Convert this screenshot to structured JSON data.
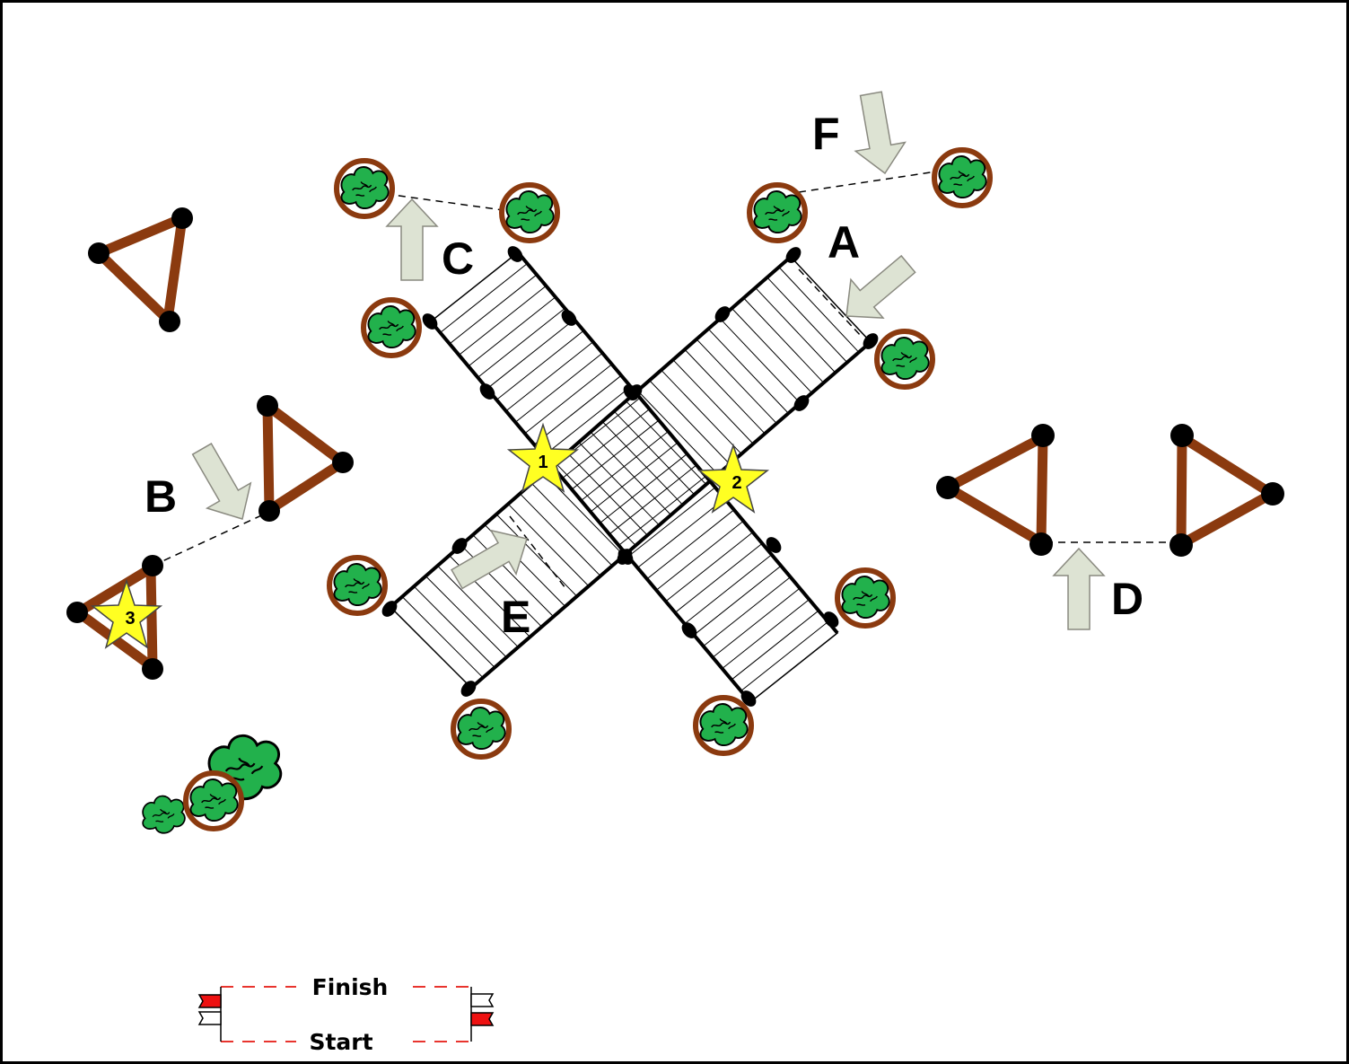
{
  "diagram": {
    "gates": [
      {
        "id": "gate-a",
        "label": "A"
      },
      {
        "id": "gate-b",
        "label": "B"
      },
      {
        "id": "gate-c",
        "label": "C"
      },
      {
        "id": "gate-d",
        "label": "D"
      },
      {
        "id": "gate-e",
        "label": "E"
      },
      {
        "id": "gate-f",
        "label": "F"
      }
    ],
    "stars": [
      {
        "id": "star-1",
        "label": "1"
      },
      {
        "id": "star-2",
        "label": "2"
      },
      {
        "id": "star-3",
        "label": "3"
      }
    ],
    "legend": {
      "finish_label": "Finish",
      "start_label": "Start"
    },
    "colors": {
      "frame": "#000000",
      "triangle": "#8B3A0F",
      "pot_ring": "#8B3A0F",
      "plant": "#22B14C",
      "arrow_fill": "#DDE3D3",
      "star": "#FFFF22",
      "flag_red": "#EE1111",
      "legend_dash": "#E8342E"
    },
    "icons": [
      "potted-plant-icon",
      "shrub-icon",
      "direction-arrow-icon",
      "star-icon",
      "flag-icon",
      "cone-icon"
    ]
  }
}
